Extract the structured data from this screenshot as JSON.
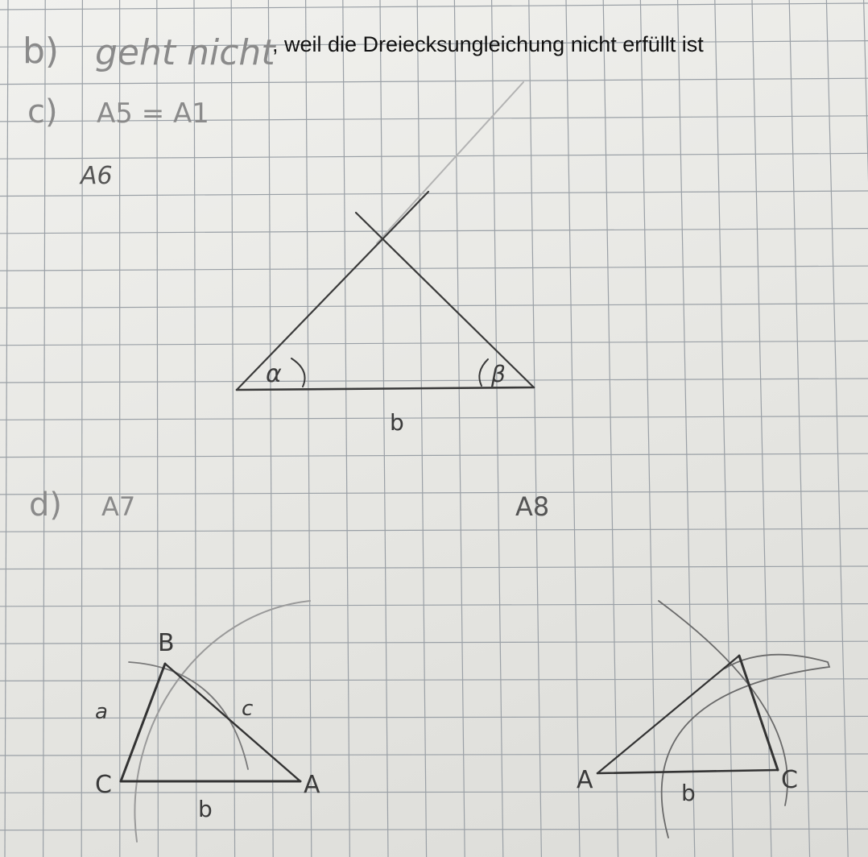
{
  "typed_note": ", weil die Dreiecksungleichung nicht erfüllt ist",
  "handwriting": {
    "b_heading": "b)",
    "b_text": "geht nicht",
    "c_heading": "c)",
    "c_equation": "A5 = A1",
    "c_label_a6": "A6",
    "c_angle_alpha": "α",
    "c_angle_beta": "β",
    "c_side_b": "b",
    "d_heading": "d)",
    "d_label_a7": "A7",
    "d_label_a8": "A8",
    "d1_vertex_b": "B",
    "d1_vertex_c": "C",
    "d1_vertex_a": "A",
    "d1_side_a": "a",
    "d1_side_b": "b",
    "d1_side_c": "c",
    "d2_vertex_a": "A",
    "d2_vertex_c": "C",
    "d2_side_b": "b"
  },
  "colors": {
    "paper": "#ececE8",
    "grid": "#9aa0a6",
    "ink": "#2e2e2e",
    "pencil_light": "#8c8c8c"
  }
}
